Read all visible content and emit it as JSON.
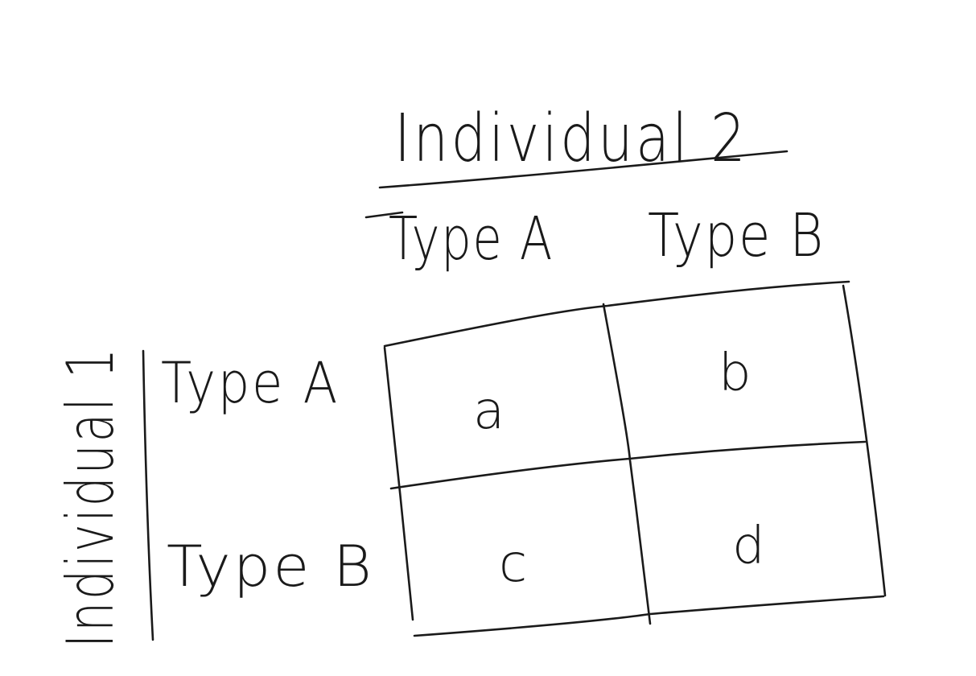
{
  "top_player": {
    "title": "Individual 2",
    "columns": [
      "Type A",
      "Type B"
    ]
  },
  "side_player": {
    "title": "Individual 1",
    "rows": [
      "Type A",
      "Type B"
    ]
  },
  "cells": [
    [
      "a",
      "b"
    ],
    [
      "c",
      "d"
    ]
  ]
}
